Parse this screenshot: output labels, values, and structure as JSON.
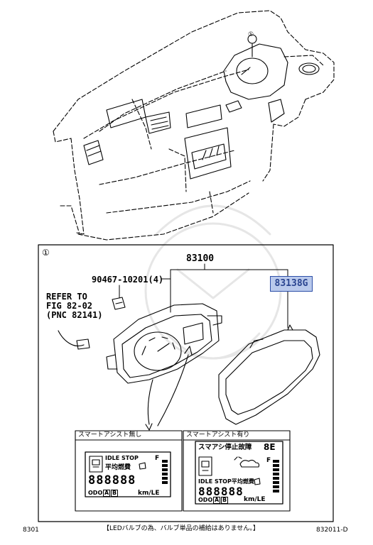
{
  "diagram": {
    "circle_marker": "①",
    "parts": {
      "assembly": "83100",
      "bolt": "90467-10201(4)",
      "lens": "83138G"
    },
    "refer": {
      "line1": "REFER TO",
      "line2": "FIG 82-02",
      "line3": "(PNC 82141)"
    },
    "panels": {
      "left": {
        "title": "スマートアシスト無し",
        "idle": "IDLE STOP",
        "fuel": "平均燃費",
        "f_mark": "F",
        "digits": "888888",
        "odo": "ODO",
        "a_label": "A",
        "b_label": "B",
        "unit": "km/LE"
      },
      "right": {
        "title": "スマートアシスト有り",
        "warning": "スマアシ停止故障",
        "seg": "8E",
        "f_mark": "F",
        "idle_fuel": "IDLE STOP平均燃費",
        "digits": "888888",
        "odo": "ODO",
        "a_label": "A",
        "b_label": "B",
        "unit": "km/LE"
      }
    },
    "footer": {
      "left": "8301",
      "note": "【LEDバルブの為、バルブ単品の補給はありません。】",
      "right": "832011-D"
    }
  }
}
